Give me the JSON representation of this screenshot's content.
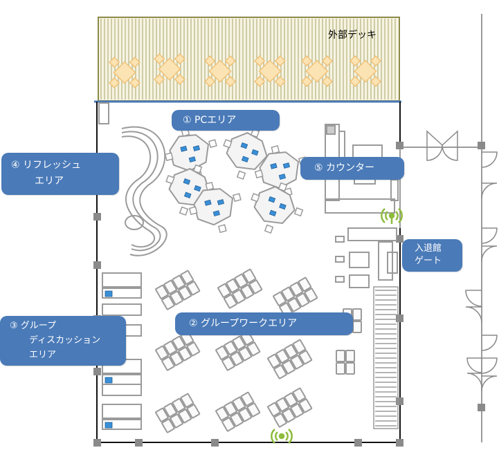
{
  "deck": {
    "label": "外部デッキ"
  },
  "areas": {
    "pc": {
      "label": "① PCエリア"
    },
    "refresh": {
      "line1": "④ リフレッシュ",
      "line2": "エリア"
    },
    "counter": {
      "label": "⑤ カウンター"
    },
    "gate": {
      "line1": "入退館",
      "line2": "ゲート"
    },
    "groupwork": {
      "label": "② グループワークエリア"
    },
    "discussion": {
      "line1": "③ グループ",
      "line2": "ディスカッション",
      "line3": "エリア"
    }
  },
  "colors": {
    "label_fill": "#4a7ab8",
    "deck_border": "#8b8a4a",
    "deck_furniture": "#f0c27a",
    "furniture": "#9a9a9a",
    "wifi": "#8dbb3c",
    "pillar": "#8a8a8a"
  }
}
